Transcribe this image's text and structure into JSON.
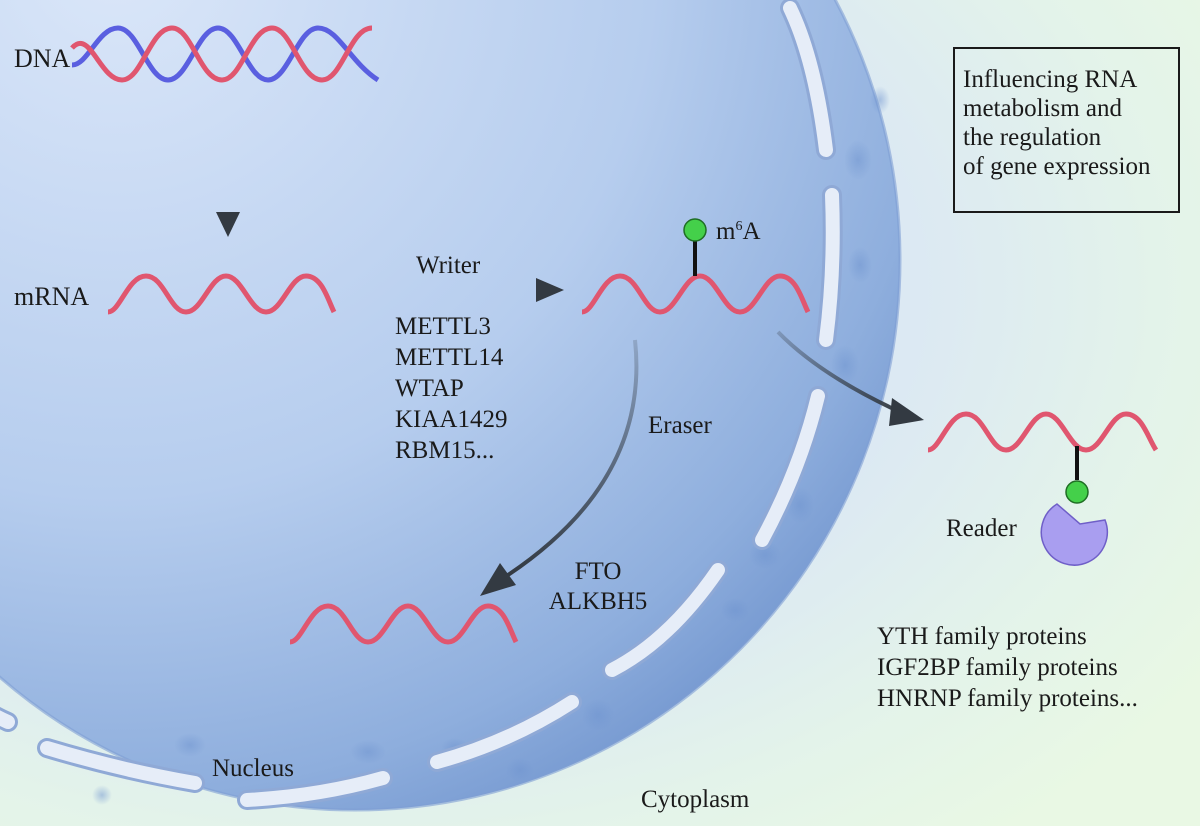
{
  "labels": {
    "dna": "DNA",
    "mrna": "mRNA",
    "writer": "Writer",
    "eraser": "Eraser",
    "reader": "Reader",
    "m6a_prefix": "m",
    "m6a_sup": "6",
    "m6a_suffix": "A",
    "nucleus": "Nucleus",
    "cytoplasm": "Cytoplasm"
  },
  "writer_proteins": [
    "METTL3",
    "METTL14",
    "WTAP",
    "KIAA1429",
    "RBM15..."
  ],
  "eraser_proteins": [
    "FTO",
    "ALKBH5"
  ],
  "reader_proteins": [
    "YTH family proteins",
    "IGF2BP family proteins",
    "HNRNP family proteins..."
  ],
  "info_box_lines": [
    "Influencing RNA",
    "metabolism and",
    "the regulation",
    "of gene expression"
  ],
  "colors": {
    "rna_strand": "#e0566f",
    "dna_strand_blue": "#5a5fe0",
    "arrow": "#333a42",
    "m6a_ball": "#44d04a",
    "reader_protein": "#a99ef0",
    "nucleus": "#9fb9e2",
    "cytoplasm_green": "#e7f7e4"
  }
}
